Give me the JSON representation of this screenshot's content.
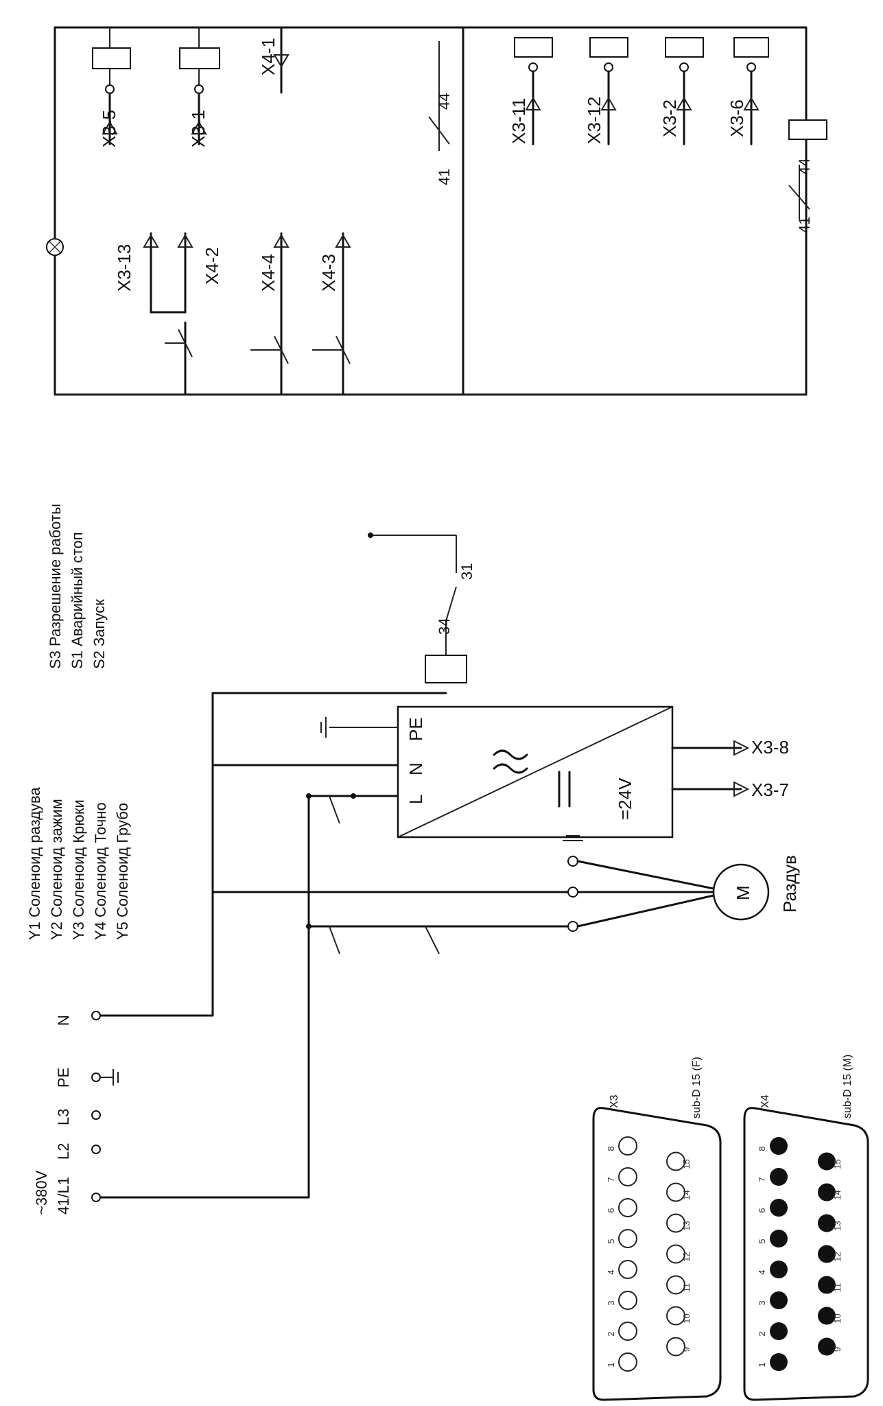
{
  "supply": {
    "voltage": "~380V",
    "line_terminals": [
      "41/L1",
      "L2",
      "L3",
      "PE",
      "N"
    ]
  },
  "legend_y": [
    "Y1 Соленоид раздува",
    "Y2 Соленоид зажим",
    "Y3 Соленоид Крюки",
    "Y4 Соленоид Точно",
    "Y5 Соленоид Грубо"
  ],
  "legend_s": [
    "S3 Разрешение работы",
    "S1 Аварийный стоп",
    "S2 Запуск"
  ],
  "power_supply": {
    "labels": [
      "L",
      "N",
      "PE"
    ],
    "output": "=24V",
    "outputs": [
      "X3-8",
      "X3-7"
    ]
  },
  "motor": {
    "symbol": "M",
    "label": "Раздув"
  },
  "relay_contact_pin_labels": [
    "34",
    "31"
  ],
  "control": {
    "left_labels": [
      "X3-5",
      "X3-1",
      "X4-1"
    ],
    "middle_labels": [
      "X3-13",
      "X4-2",
      "X4-4",
      "X4-3"
    ],
    "right_labels": [
      "X3-11",
      "X3-12",
      "X3-2",
      "X3-6"
    ],
    "contact_numbers": [
      "41",
      "44",
      "41",
      "44"
    ]
  },
  "connectors": [
    {
      "name": "X3",
      "type": "sub-D 15 (F)",
      "rows": [
        [
          1,
          2,
          3,
          4,
          5,
          6,
          7,
          8
        ],
        [
          9,
          10,
          11,
          12,
          13,
          14,
          15
        ]
      ]
    },
    {
      "name": "X4",
      "type": "sub-D 15 (M)",
      "rows": [
        [
          1,
          2,
          3,
          4,
          5,
          6,
          7,
          8
        ],
        [
          9,
          10,
          11,
          12,
          13,
          14,
          15
        ]
      ]
    }
  ]
}
